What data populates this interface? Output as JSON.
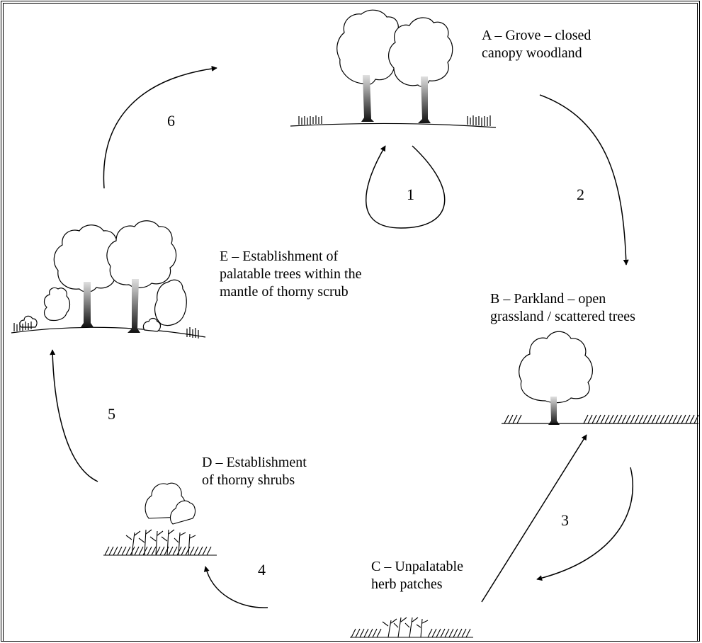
{
  "stages": {
    "a": {
      "line1": "A – Grove – closed",
      "line2": "canopy woodland"
    },
    "b": {
      "line1": "B – Parkland – open",
      "line2": "grassland / scattered trees"
    },
    "c": {
      "line1": "C – Unpalatable",
      "line2": "herb patches"
    },
    "d": {
      "line1": "D – Establishment",
      "line2": "of thorny shrubs"
    },
    "e": {
      "line1": "E – Establishment of",
      "line2": "palatable trees within the",
      "line3": "mantle of thorny scrub"
    }
  },
  "transitions": [
    "1",
    "2",
    "3",
    "4",
    "5",
    "6"
  ],
  "colors": {
    "ink": "#000000",
    "background": "#ffffff",
    "trunk_dark": "#111111",
    "trunk_light": "#e0e0e0"
  }
}
